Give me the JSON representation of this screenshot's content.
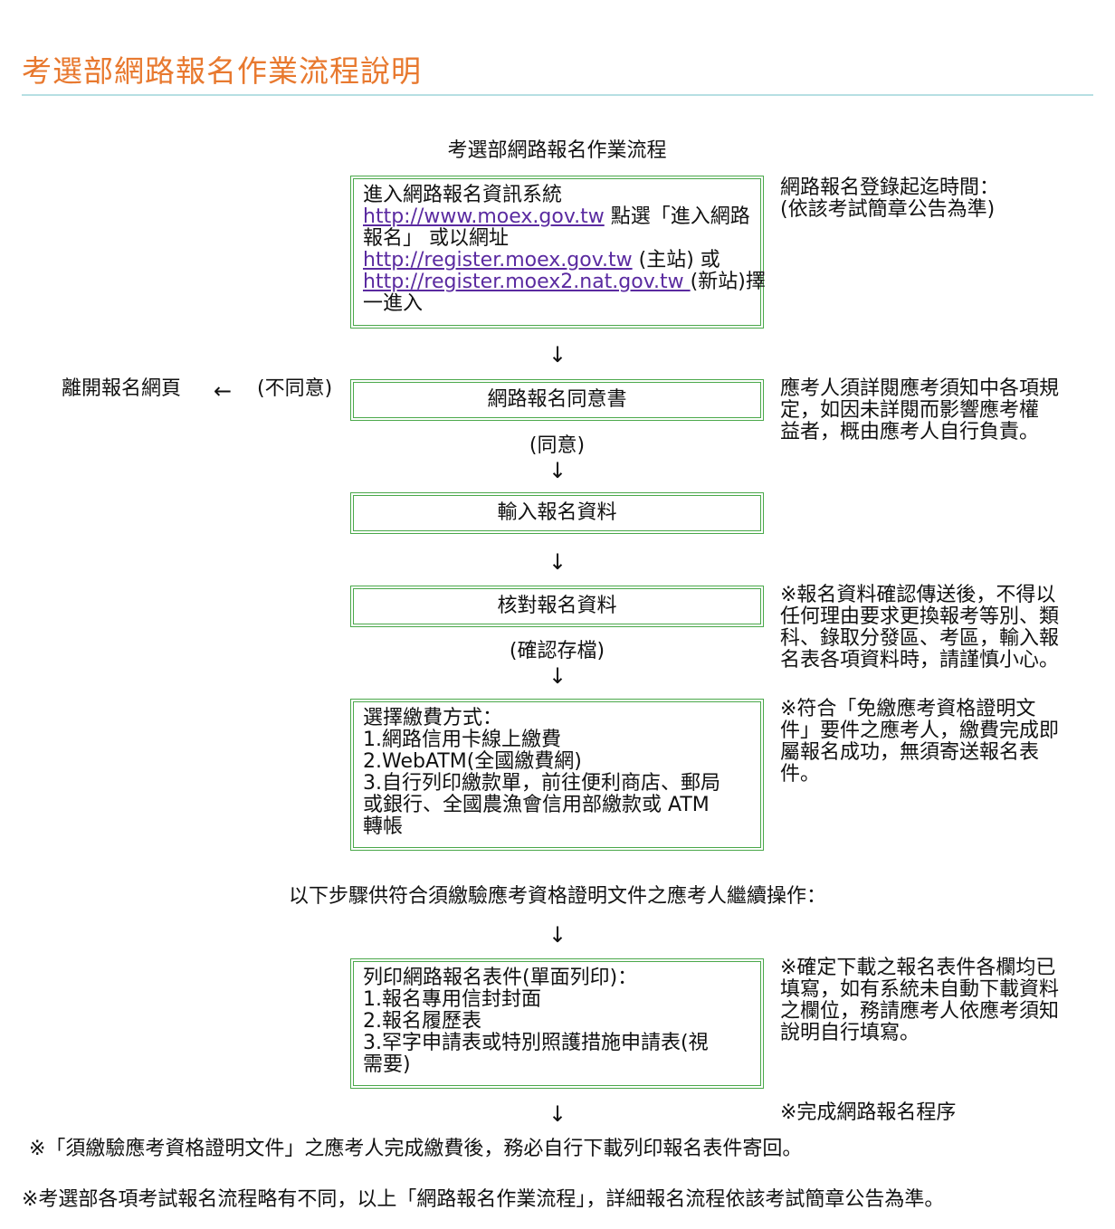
{
  "header": {
    "title": "考選部網路報名作業流程說明"
  },
  "flow": {
    "heading": "考選部網路報名作業流程",
    "step1": {
      "line1": "進入網路報名資訊系統",
      "link1": "http://www.moex.gov.tw",
      "text1": " 點選「進入網路",
      "line3": "報名」 或以網址",
      "link2": "http://register.moex.gov.tw",
      "text2": " (主站) 或",
      "link3": "http://register.moex2.nat.gov.tw ",
      "text3": "(新站)擇",
      "line6": "一進入"
    },
    "leave_label": "離開報名網頁",
    "left_arrow": "←",
    "disagree": "(不同意)",
    "step2": "網路報名同意書",
    "agree": "(同意)",
    "step3": "輸入報名資料",
    "step4": "核對報名資料",
    "confirm_save": "(確認存檔)",
    "step5": {
      "lines": [
        "選擇繳費方式：",
        "1.網路信用卡線上繳費",
        "2.WebATM(全國繳費網)",
        "3.自行列印繳款單，前往便利商店、郵局",
        "或銀行、全國農漁會信用部繳款或 ATM",
        "轉帳"
      ]
    },
    "continue_text": "以下步驟供符合須繳驗應考資格證明文件之應考人繼續操作：",
    "step6": {
      "lines": [
        "列印網路報名表件(單面列印)：",
        "1.報名專用信封封面",
        "2.報名履歷表",
        "3.罕字申請表或特別照護措施申請表(視",
        "需要)"
      ]
    },
    "down_arrow": "↓"
  },
  "notes": {
    "note1": [
      "網路報名登錄起迄時間：",
      "(依該考試簡章公告為準)"
    ],
    "note2": [
      "應考人須詳閱應考須知中各項規",
      "定，如因未詳閱而影響應考權",
      "益者，概由應考人自行負責。"
    ],
    "note3": [
      "※報名資料確認傳送後，不得以",
      "任何理由要求更換報考等別、類",
      "科、錄取分發區、考區，輸入報",
      "名表各項資料時，請謹慎小心。"
    ],
    "note4": [
      "※符合「免繳應考資格證明文",
      "件」要件之應考人，繳費完成即",
      "屬報名成功，無須寄送報名表",
      "件。"
    ],
    "note5": [
      "※確定下載之報名表件各欄均已",
      "填寫，如有系統未自動下載資料",
      "之欄位，務請應考人依應考須知",
      "說明自行填寫。"
    ],
    "note6": "※完成網路報名程序"
  },
  "footer": {
    "note1": "※「須繳驗應考資格證明文件」之應考人完成繳費後，務必自行下載列印報名表件寄回。",
    "note2": "※考選部各項考試報名流程略有不同，以上「網路報名作業流程」，詳細報名流程依該考試簡章公告為準。"
  },
  "colors": {
    "title": "#e8792f",
    "rule": "#b6dfe3",
    "box_border": "#4aa84a",
    "link": "#5a2aa0"
  }
}
